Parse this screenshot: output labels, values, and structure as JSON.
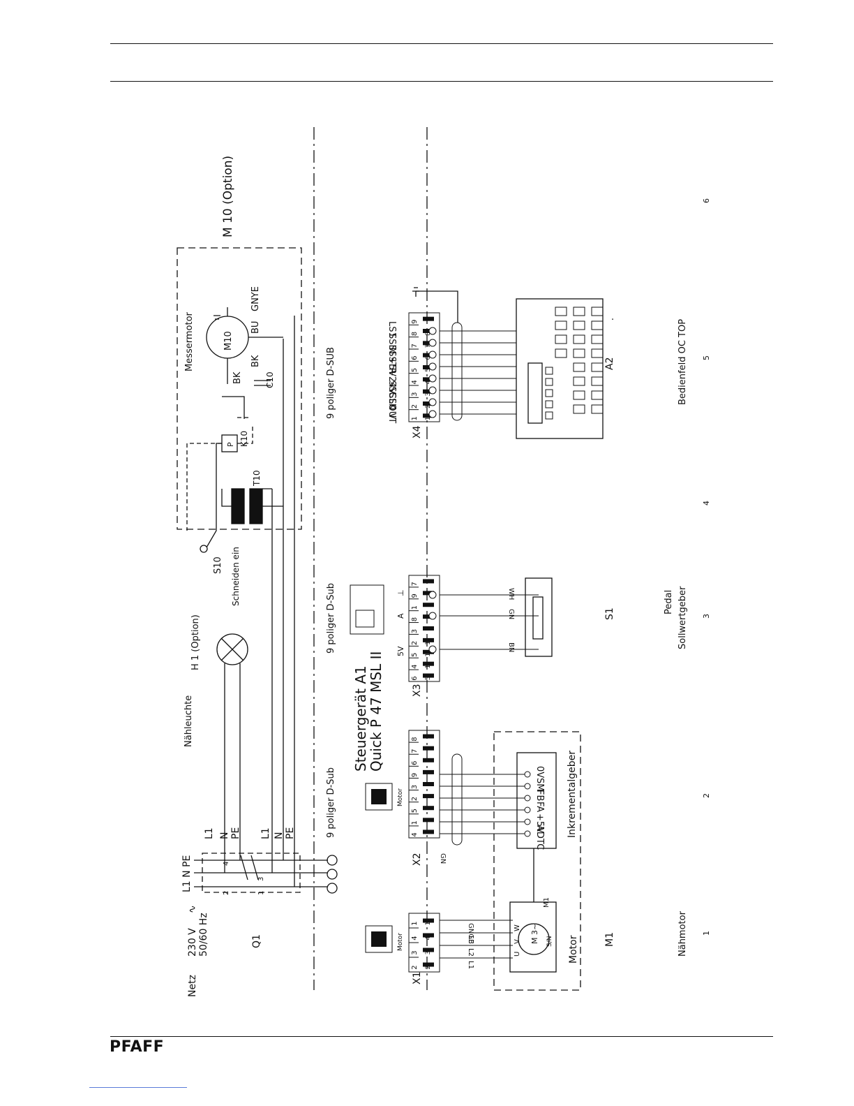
{
  "brand": "PFAFF",
  "supply": {
    "netz": "Netz",
    "voltage": "230 V",
    "ac_symbol": "∿",
    "frequency": "50/60 Hz",
    "breaker": "Q1",
    "terminals": "L1 N PE"
  },
  "rails": [
    "L1",
    "N",
    "PE",
    "L1",
    "N",
    "PE"
  ],
  "breaker_pins": [
    "2",
    "4",
    "1",
    "3"
  ],
  "lamp": {
    "label": "Nähleuchte",
    "name": "H 1 (Option)"
  },
  "switch": {
    "name": "S10",
    "label": "Schneiden ein"
  },
  "knife_motor": {
    "label": "Messermotor",
    "title": "M 10 (Option)",
    "motor": "M10",
    "transformer": "T10",
    "relay": "K10",
    "relay_coil": "P",
    "capacitor": "C10",
    "wires": [
      "BK",
      "BK",
      "BU",
      "GNYE"
    ]
  },
  "connectors": {
    "dsub_1": "9 poliger D-Sub",
    "dsub_2": "9 poliger D-Sub",
    "dsub_3": "9 poliger D-SUB",
    "controller_line1": "Steuergerät A1",
    "controller_line2": "Quick P 47 MSL II",
    "motor_icon_1": "Motor",
    "motor_icon_2": "Motor"
  },
  "x1": {
    "name": "X1",
    "pins_top": [
      "2",
      "3",
      "4",
      "1"
    ],
    "pins_bottom": [
      "2",
      "3",
      "4",
      "1"
    ],
    "wires": [
      "L1",
      "L2",
      "L3",
      "GNGE"
    ]
  },
  "x2": {
    "name": "X2",
    "pins_top": [
      "4",
      "1",
      "5",
      "2",
      "3",
      "9",
      "6",
      "7",
      "8"
    ],
    "pins_bottom": [],
    "wire": "GN"
  },
  "encoder": {
    "label": "Inkrementalgeber",
    "signals": [
      "ADTC",
      "+5V",
      "FA",
      "FB",
      "SM",
      "0V"
    ]
  },
  "motor_m1": {
    "name": "M1",
    "tag": "M1",
    "label": "Motor",
    "phase_pins": [
      "U",
      "V",
      "W"
    ],
    "body": "M 3~",
    "sensor": "S/N"
  },
  "x3": {
    "name": "X3",
    "pins_top": [
      "6",
      "4",
      "5",
      "2",
      "3",
      "8",
      "1",
      "9",
      "7"
    ],
    "pins_bottom": [
      "5",
      "1",
      "1",
      "1"
    ],
    "tags": [
      "5V",
      "A",
      "⊥"
    ]
  },
  "pedal": {
    "name": "S1",
    "line1": "Pedal",
    "line2": "Sollwertgeber",
    "wires": [
      "BN",
      "GN",
      "WH"
    ]
  },
  "x4": {
    "name": "X4",
    "pins_top": [
      "1",
      "2",
      "3",
      "4",
      "5",
      "6",
      "7",
      "8",
      "9"
    ],
    "pins_bottom": [
      "1",
      "2",
      "3",
      "4",
      "5",
      "6",
      "7",
      "8"
    ],
    "signals": [
      "0 V",
      "SSOUT",
      "SSCLK",
      "+24V",
      "+5V",
      "SSSTR",
      "SSIN",
      "LS1"
    ]
  },
  "panel": {
    "name": "A2",
    "label": "Bedienfeld OC TOP",
    "dot": "."
  },
  "sections": [
    "1",
    "2",
    "3",
    "4",
    "5",
    "6"
  ],
  "section_labels": {
    "s1": "Nähmotor",
    "s3_line1": "Pedal",
    "s3_line2": "Sollwertgeber",
    "s5": "Bedienfeld OC TOP"
  }
}
